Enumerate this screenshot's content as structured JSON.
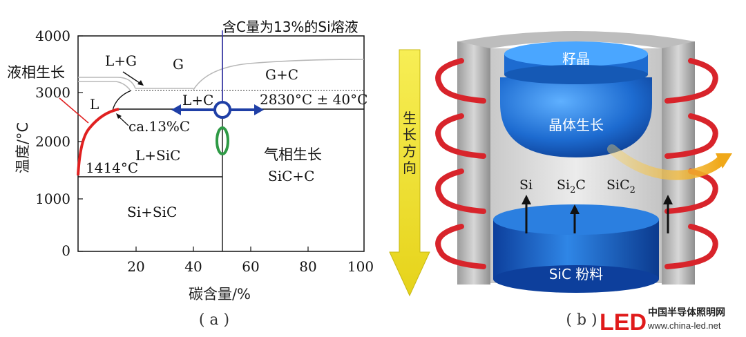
{
  "figure_a": {
    "title": "含C量为13%的Si熔液",
    "ylabel": "温度/°C",
    "xlabel": "碳含量/%",
    "caption": "( a )",
    "y_ticks": [
      "4000",
      "3000",
      "2000",
      "1000",
      "0"
    ],
    "x_ticks": [
      "20",
      "40",
      "60",
      "80",
      "100"
    ],
    "left_note": "液相生长",
    "phases": {
      "lg": "L+G",
      "g": "G",
      "gc": "G+C",
      "l": "L",
      "lc": "L+C",
      "lsic": "L+SiC",
      "sisic": "Si+SiC",
      "vapor": "气相生长",
      "sicc": "SiC+C"
    },
    "annotations": {
      "peritectic": "2830°C ± 40°C",
      "melt_point": "1414°C",
      "composition": "ca.13%C"
    },
    "colors": {
      "liquidus": "#e02020",
      "marker_blue": "#1f3fa6",
      "marker_green": "#2e9a45"
    }
  },
  "figure_b": {
    "caption": "( b )",
    "direction_label": [
      "生",
      "长",
      "方",
      "向"
    ],
    "seed": "籽晶",
    "crystal": "晶体生长",
    "powder": "SiC  粉料",
    "species": {
      "si": "Si",
      "si2c_main": "Si",
      "si2c_sub": "2",
      "si2c_tail": "C",
      "sic2_main": "SiC",
      "sic2_sub": "2"
    },
    "colors": {
      "coil": "#d8242b",
      "arrow_yellow": "#f3e12a",
      "crystal_blue": "#1f6fd0",
      "flow_orange": "#f0b020"
    }
  },
  "watermark": {
    "logo": "LED",
    "cn": "中国半导体照明网",
    "url": "www.china-led.net"
  }
}
